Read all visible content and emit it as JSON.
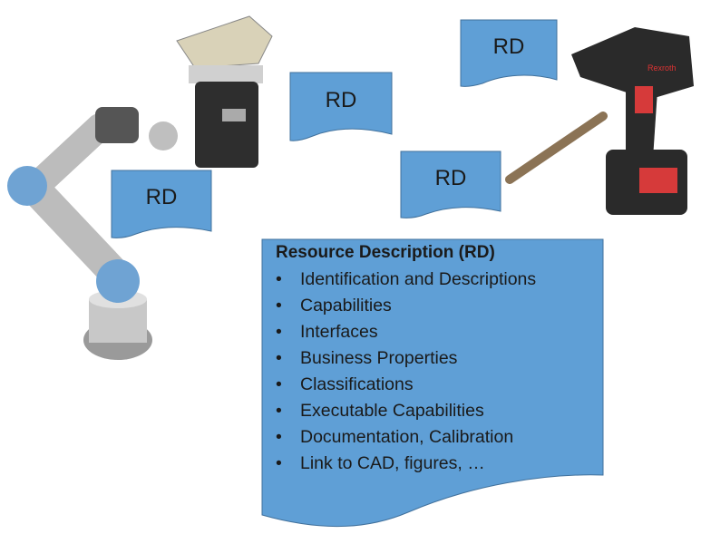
{
  "colors": {
    "shape_fill": "#5f9fd6",
    "shape_stroke": "#41719c",
    "text": "#1a1a1a"
  },
  "rd_labels": [
    "RD",
    "RD",
    "RD",
    "RD"
  ],
  "resource_description": {
    "title": "Resource Description (RD)",
    "items": [
      "Identification and Descriptions",
      "Capabilities",
      "Interfaces",
      "Business Properties",
      "Classifications",
      "Executable Capabilities",
      "Documentation, Calibration",
      "Link to CAD, figures, …"
    ]
  },
  "images": {
    "tool_brand": "Rexroth"
  }
}
